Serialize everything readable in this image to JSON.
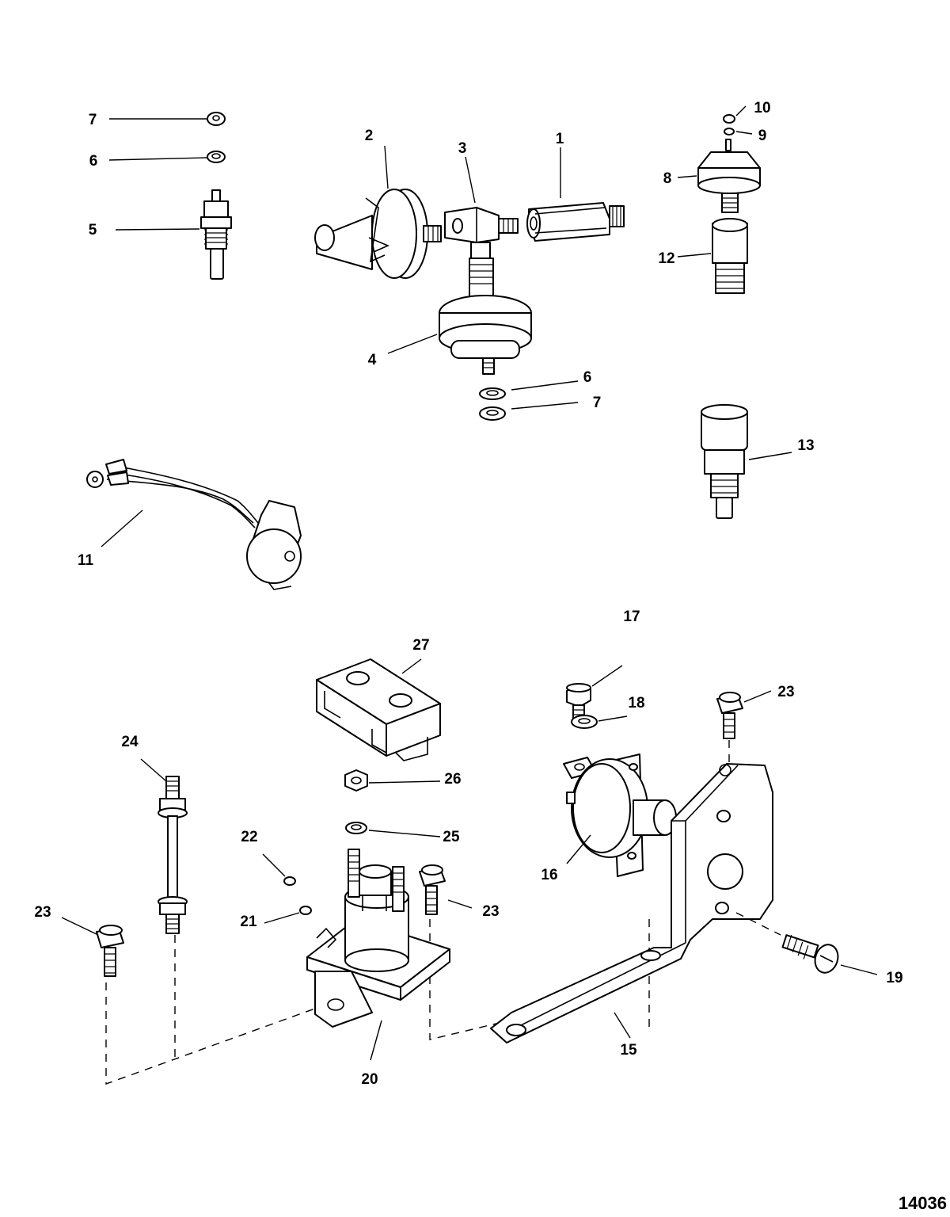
{
  "figure_number": "14036",
  "callouts": [
    {
      "id": "c1",
      "text": "1"
    },
    {
      "id": "c2",
      "text": "2"
    },
    {
      "id": "c3",
      "text": "3"
    },
    {
      "id": "c4",
      "text": "4"
    },
    {
      "id": "c5",
      "text": "5"
    },
    {
      "id": "c6a",
      "text": "6"
    },
    {
      "id": "c6b",
      "text": "6"
    },
    {
      "id": "c7a",
      "text": "7"
    },
    {
      "id": "c7b",
      "text": "7"
    },
    {
      "id": "c8",
      "text": "8"
    },
    {
      "id": "c9",
      "text": "9"
    },
    {
      "id": "c10",
      "text": "10"
    },
    {
      "id": "c11",
      "text": "11"
    },
    {
      "id": "c12",
      "text": "12"
    },
    {
      "id": "c13",
      "text": "13"
    },
    {
      "id": "c15",
      "text": "15"
    },
    {
      "id": "c16",
      "text": "16"
    },
    {
      "id": "c17",
      "text": "17"
    },
    {
      "id": "c18",
      "text": "18"
    },
    {
      "id": "c19",
      "text": "19"
    },
    {
      "id": "c20",
      "text": "20"
    },
    {
      "id": "c21",
      "text": "21"
    },
    {
      "id": "c22",
      "text": "22"
    },
    {
      "id": "c23a",
      "text": "23"
    },
    {
      "id": "c23b",
      "text": "23"
    },
    {
      "id": "c23c",
      "text": "23"
    },
    {
      "id": "c24",
      "text": "24"
    },
    {
      "id": "c25",
      "text": "25"
    },
    {
      "id": "c26",
      "text": "26"
    },
    {
      "id": "c27",
      "text": "27"
    }
  ]
}
